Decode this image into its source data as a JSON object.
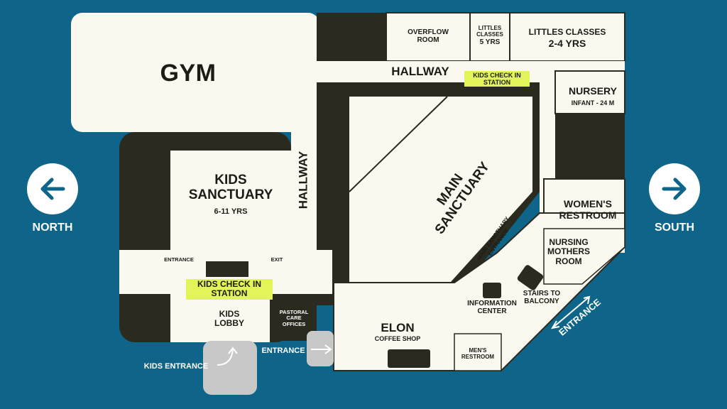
{
  "colors": {
    "background": "#0e6589",
    "room_fill": "#faf8ef",
    "wall_dark": "#2a2a1e",
    "check_in_highlight": "#e3f35a",
    "entrance_pad": "#c8c8c8",
    "nav_button": "#ffffff"
  },
  "navigation": {
    "north": {
      "label": "NORTH",
      "icon": "arrow-left-icon"
    },
    "south": {
      "label": "SOUTH",
      "icon": "arrow-right-icon"
    }
  },
  "rooms": {
    "gym": "GYM",
    "hallway_top": "HALLWAY",
    "hallway_side": "HALLWAY",
    "overflow_room": [
      "OVERFLOW",
      "ROOM"
    ],
    "littles_5": [
      "LITTLES",
      "CLASSES",
      "5 YRS"
    ],
    "littles_2_4": [
      "LITTLES CLASSES",
      "2-4 YRS"
    ],
    "nursery": {
      "title": "NURSERY",
      "sub": "INFANT - 24 M"
    },
    "kids_sanctuary": {
      "title": [
        "KIDS",
        "SANCTUARY"
      ],
      "sub": "6-11 YRS"
    },
    "main_sanctuary": [
      "MAIN",
      "SANCTUARY"
    ],
    "main_sanctuary_entrance": [
      "MAIN SANCTUARY",
      "ENTRANCE"
    ],
    "womens_restroom": [
      "WOMEN'S",
      "RESTROOM"
    ],
    "nursing_mothers": [
      "NURSING",
      "MOTHERS",
      "ROOM"
    ],
    "stairs": [
      "STAIRS TO",
      "BALCONY"
    ],
    "information_center": [
      "INFORMATION",
      "CENTER"
    ],
    "elon": {
      "title": "ELON",
      "sub": "COFFEE SHOP"
    },
    "mens_restroom": [
      "MEN'S",
      "RESTROOM"
    ],
    "kids_lobby": [
      "KIDS",
      "LOBBY"
    ],
    "pastoral_offices": [
      "PASTORAL",
      "CARE",
      "OFFICES"
    ],
    "kids_ks_entrance": "ENTRANCE",
    "kids_ks_exit": "EXIT"
  },
  "check_in_stations": {
    "top": [
      "KIDS CHECK IN",
      "STATION"
    ],
    "lobby": [
      "KIDS CHECK IN",
      "STATION"
    ]
  },
  "entrances": {
    "kids": "KIDS ENTRANCE",
    "main_west": "ENTRANCE",
    "south_east": "ENTRANCE"
  }
}
